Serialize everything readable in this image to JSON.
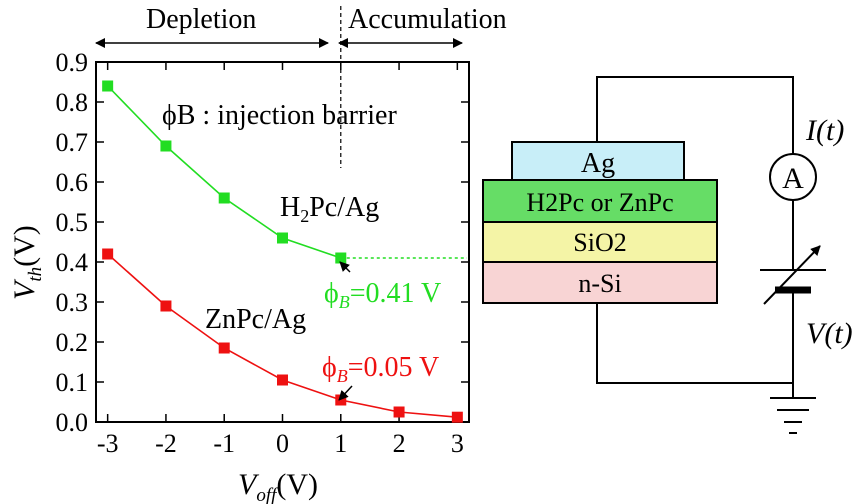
{
  "chart_data": {
    "type": "line",
    "xlabel": {
      "main": "V",
      "sub": "off",
      "unit": "(V)"
    },
    "ylabel": {
      "main": "V",
      "sub": "th",
      "unit": "(V)"
    },
    "xlim": [
      -3.2,
      3.2
    ],
    "ylim": [
      0.0,
      0.9
    ],
    "xticks": [
      "-3",
      "-2",
      "-1",
      "0",
      "1",
      "2",
      "3"
    ],
    "yticks": [
      "0.0",
      "0.1",
      "0.2",
      "0.3",
      "0.4",
      "0.5",
      "0.6",
      "0.7",
      "0.8",
      "0.9"
    ],
    "series": [
      {
        "name": "H2Pc/Ag",
        "color": "#22dd22",
        "x": [
          -3,
          -2,
          -1,
          0,
          1
        ],
        "y": [
          0.84,
          0.69,
          0.56,
          0.46,
          0.41
        ]
      },
      {
        "name": "ZnPc/Ag",
        "color": "#ee1111",
        "x": [
          -3,
          -2,
          -1,
          0,
          1,
          2,
          3
        ],
        "y": [
          0.42,
          0.29,
          0.185,
          0.105,
          0.055,
          0.025,
          0.012
        ]
      }
    ],
    "regions": {
      "depletion": "Depletion",
      "accumulation": "Accumulation",
      "boundary_x": 1
    },
    "annotations": {
      "barrier_note": "ϕB : injection barrier",
      "h2pc_label": {
        "main": "H",
        "sub": "2",
        "rest": "Pc/Ag"
      },
      "znpc_label": "ZnPc/Ag",
      "phi_h2pc": {
        "symbol": "ϕ",
        "sub": "B",
        "value": "=0.41 V",
        "y": 0.41
      },
      "phi_znpc": {
        "symbol": "ϕ",
        "sub": "B",
        "value": "=0.05 V",
        "y": 0.055
      }
    }
  },
  "device": {
    "layers": [
      {
        "label": "Ag",
        "color": "#c8eef8"
      },
      {
        "label": "H2Pc or ZnPc",
        "color": "#66dd66"
      },
      {
        "label": "SiO2",
        "color": "#f4f4a6"
      },
      {
        "label": "n-Si",
        "color": "#f8d4d4"
      }
    ],
    "ammeter_symbol": "A",
    "current_label": "I(t)",
    "voltage_label": "V(t)"
  }
}
